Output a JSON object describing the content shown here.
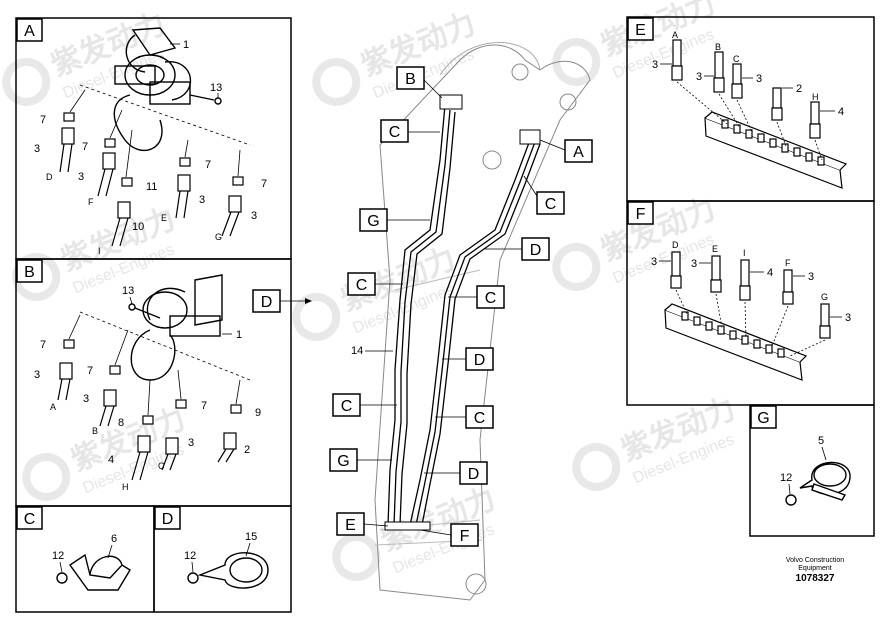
{
  "watermark": {
    "chinese": "紫发动力",
    "english": "Diesel-Engines"
  },
  "panels": {
    "A": {
      "label": "A",
      "callouts": [
        "1",
        "13",
        "7",
        "3",
        "7",
        "3",
        "11",
        "10",
        "7",
        "3",
        "7",
        "3"
      ],
      "hose_letters": [
        "D",
        "F",
        "I",
        "E",
        "G"
      ]
    },
    "B": {
      "label": "B",
      "callouts": [
        "13",
        "1",
        "7",
        "3",
        "7",
        "3",
        "8",
        "4",
        "7",
        "3",
        "9",
        "2"
      ],
      "hose_letters": [
        "A",
        "B",
        "H",
        "C"
      ]
    },
    "C": {
      "label": "C",
      "callouts": [
        "6",
        "12"
      ]
    },
    "D": {
      "label": "D",
      "callouts": [
        "15",
        "12"
      ]
    },
    "E": {
      "label": "E",
      "hose_letters": [
        "A",
        "B",
        "C",
        "H"
      ],
      "callouts": [
        "3",
        "3",
        "3",
        "2",
        "4"
      ]
    },
    "F": {
      "label": "F",
      "hose_letters": [
        "D",
        "E",
        "I",
        "F",
        "G"
      ],
      "callouts": [
        "3",
        "3",
        "4",
        "3",
        "3"
      ]
    },
    "G": {
      "label": "G",
      "callouts": [
        "5",
        "12"
      ]
    }
  },
  "main_view": {
    "tags": [
      "B",
      "C",
      "A",
      "C",
      "G",
      "D",
      "C",
      "C",
      "D",
      "C",
      "C",
      "G",
      "D",
      "E",
      "F"
    ],
    "side_tag": "D",
    "callout": "14"
  },
  "credit": {
    "line1": "Volvo Construction",
    "line2": "Equipment",
    "number": "1078327"
  }
}
